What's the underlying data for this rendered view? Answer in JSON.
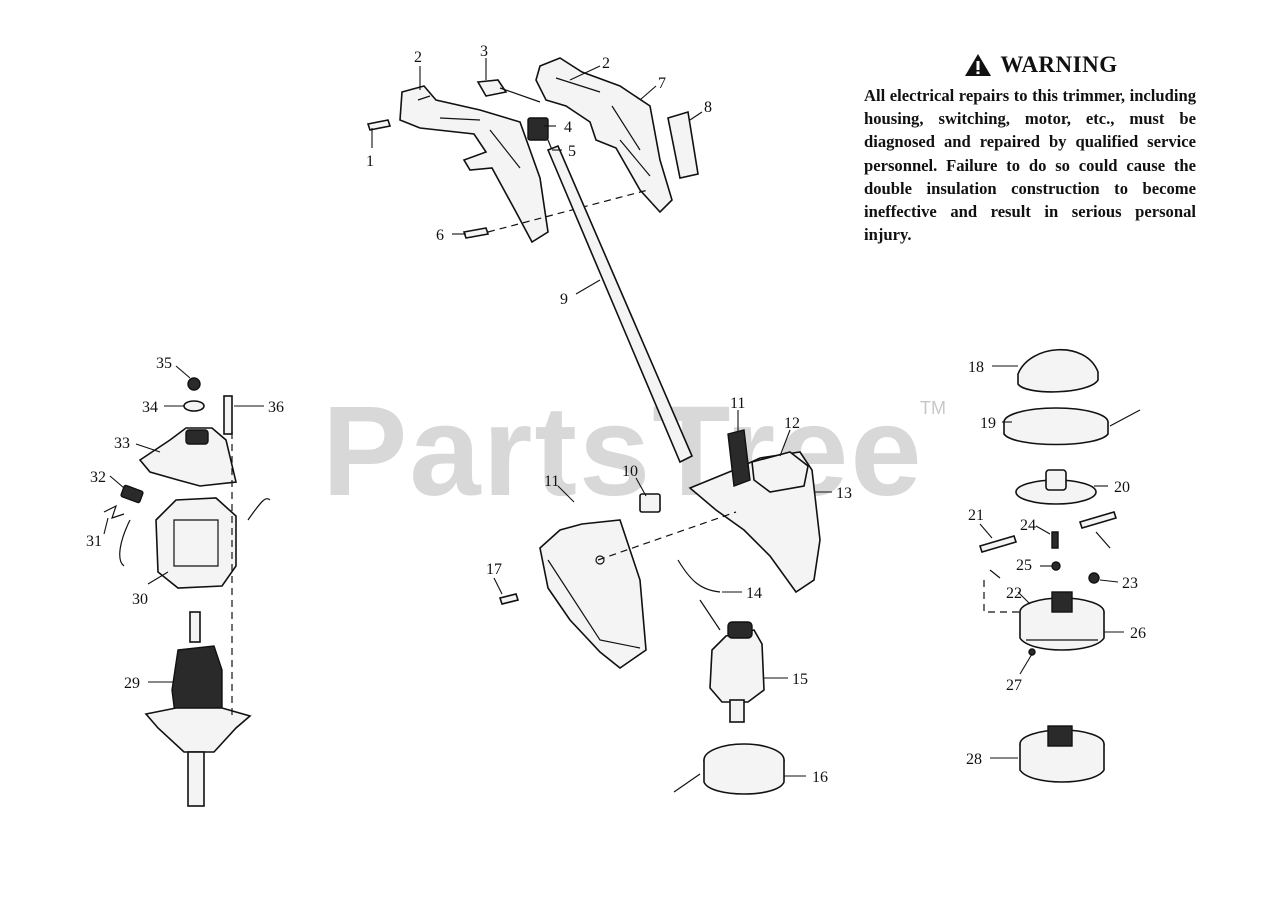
{
  "watermark": {
    "text": "PartsTree",
    "mark": "TM"
  },
  "warning": {
    "icon": "warning-triangle-icon",
    "heading": "WARNING",
    "body": "All electrical repairs to this trimmer, including housing, switching, motor, etc., must be diagnosed and repaired by qualified service personnel. Failure to do so could cause the double insulation construction to become ineffective and result in serious personal injury."
  },
  "callouts": {
    "c1": "1",
    "c2a": "2",
    "c2b": "2",
    "c3": "3",
    "c4": "4",
    "c5": "5",
    "c6": "6",
    "c7": "7",
    "c8": "8",
    "c9": "9",
    "c10": "10",
    "c11a": "11",
    "c11b": "11",
    "c12": "12",
    "c13": "13",
    "c14": "14",
    "c15": "15",
    "c16": "16",
    "c17": "17",
    "c18": "18",
    "c19": "19",
    "c20": "20",
    "c21": "21",
    "c22": "22",
    "c23": "23",
    "c24": "24",
    "c25": "25",
    "c26": "26",
    "c27": "27",
    "c28": "28",
    "c29": "29",
    "c30": "30",
    "c31": "31",
    "c32": "32",
    "c33": "33",
    "c34": "34",
    "c35": "35",
    "c36": "36"
  }
}
